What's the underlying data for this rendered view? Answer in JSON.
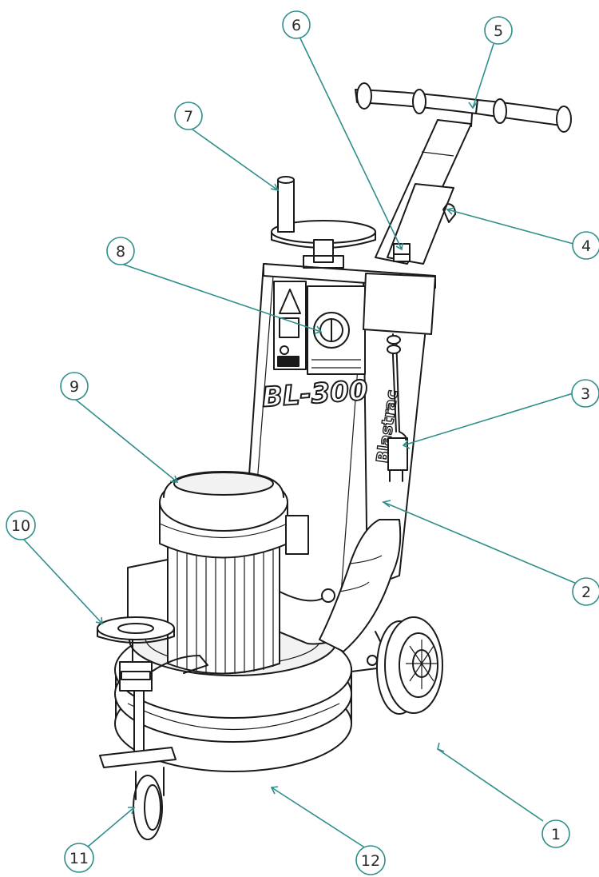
{
  "diagram": {
    "model_label": "BL-300",
    "brand_label": "Blastrac",
    "callouts": [
      {
        "id": "c1",
        "number": "1"
      },
      {
        "id": "c2",
        "number": "2"
      },
      {
        "id": "c3",
        "number": "3"
      },
      {
        "id": "c4",
        "number": "4"
      },
      {
        "id": "c5",
        "number": "5"
      },
      {
        "id": "c6",
        "number": "6"
      },
      {
        "id": "c7",
        "number": "7"
      },
      {
        "id": "c8",
        "number": "8"
      },
      {
        "id": "c9",
        "number": "9"
      },
      {
        "id": "c10",
        "number": "10"
      },
      {
        "id": "c11",
        "number": "11"
      },
      {
        "id": "c12",
        "number": "12"
      }
    ]
  },
  "colors": {
    "leader": "#2f8e8b",
    "outline": "#1a1a1a",
    "background": "#ffffff"
  }
}
